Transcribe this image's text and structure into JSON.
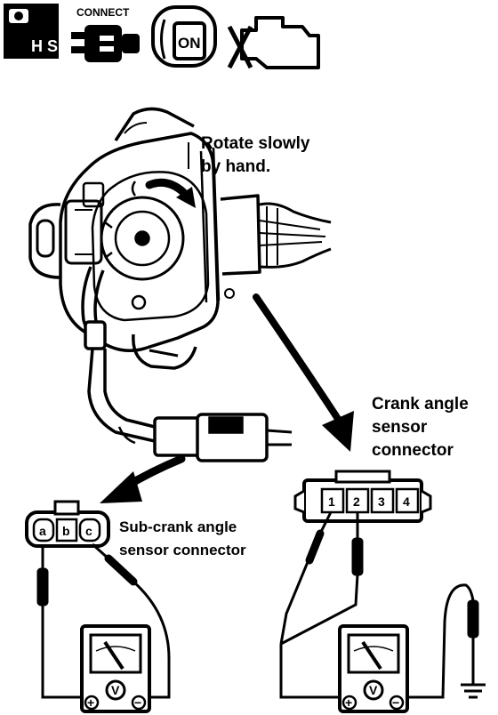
{
  "icons": {
    "hs_label": "H S",
    "connect_label": "CONNECT",
    "ignition_label": "ON"
  },
  "annotations": {
    "rotate_line1": "Rotate slowly",
    "rotate_line2": "by hand.",
    "crank_line1": "Crank angle",
    "crank_line2": "sensor",
    "crank_line3": "connector",
    "subcrank_line1": "Sub-crank angle",
    "subcrank_line2": "sensor connector"
  },
  "sub_connector_pins": [
    "a",
    "b",
    "c"
  ],
  "crank_connector_pins": [
    "1",
    "2",
    "3",
    "4"
  ],
  "meter": {
    "positive": "+",
    "volt": "V",
    "negative": "−"
  }
}
